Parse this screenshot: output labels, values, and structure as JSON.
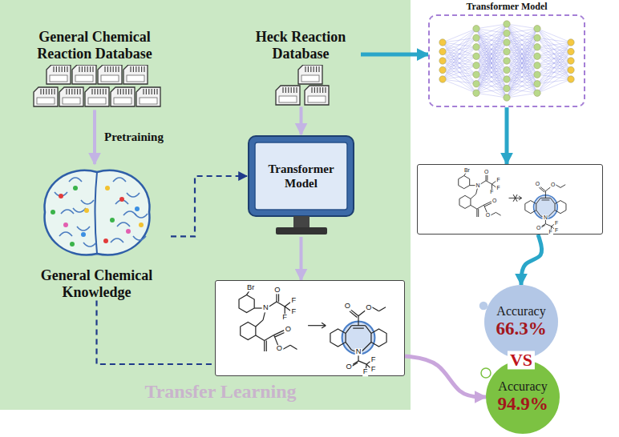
{
  "diagram": {
    "nodes": [
      {
        "text": [
          "Transfer Learning"
        ]
      },
      {
        "text": [
          "General Chemical Reaction Database"
        ],
        "in": 0
      },
      {
        "text": [
          "General Chemical Knowledge"
        ],
        "in": 0
      },
      {
        "text": [
          "Heck Reaction Database"
        ],
        "in": 0
      },
      {
        "text": [
          "Transformer Model"
        ],
        "in": 0
      },
      {
        "text": [
          "Br",
          "N",
          "O",
          "F",
          "F",
          "F",
          "O",
          "O",
          "O",
          "O",
          "N",
          "O",
          "F",
          "F",
          "F"
        ],
        "in": 0
      },
      {
        "text": [
          "Transformer Model"
        ]
      },
      {
        "text": [
          "Br",
          "N",
          "O",
          "F",
          "F",
          "F",
          "O",
          "O",
          "O",
          "O",
          "N",
          "O",
          "F",
          "F",
          "F"
        ]
      },
      {
        "text": [
          "Accuracy",
          "66.3%"
        ]
      },
      {
        "text": [
          "Accuracy",
          "94.9%"
        ]
      }
    ],
    "edges": [
      {
        "from": 1,
        "to": 2,
        "label": "Pretraining",
        "arrow": "to"
      },
      {
        "from": 3,
        "to": 4,
        "arrow": "to"
      },
      {
        "from": 2,
        "to": 4,
        "arrow": "to"
      },
      {
        "from": 2,
        "to": 5,
        "arrow": "none"
      },
      {
        "from": 4,
        "to": 5,
        "arrow": "to"
      },
      {
        "from": 3,
        "to": 6,
        "arrow": "to"
      },
      {
        "from": 6,
        "to": 7,
        "arrow": "to"
      },
      {
        "from": 7,
        "to": 8,
        "arrow": "to"
      },
      {
        "from": 5,
        "to": 9,
        "arrow": "to"
      }
    ],
    "labels": [
      "VS"
    ]
  }
}
